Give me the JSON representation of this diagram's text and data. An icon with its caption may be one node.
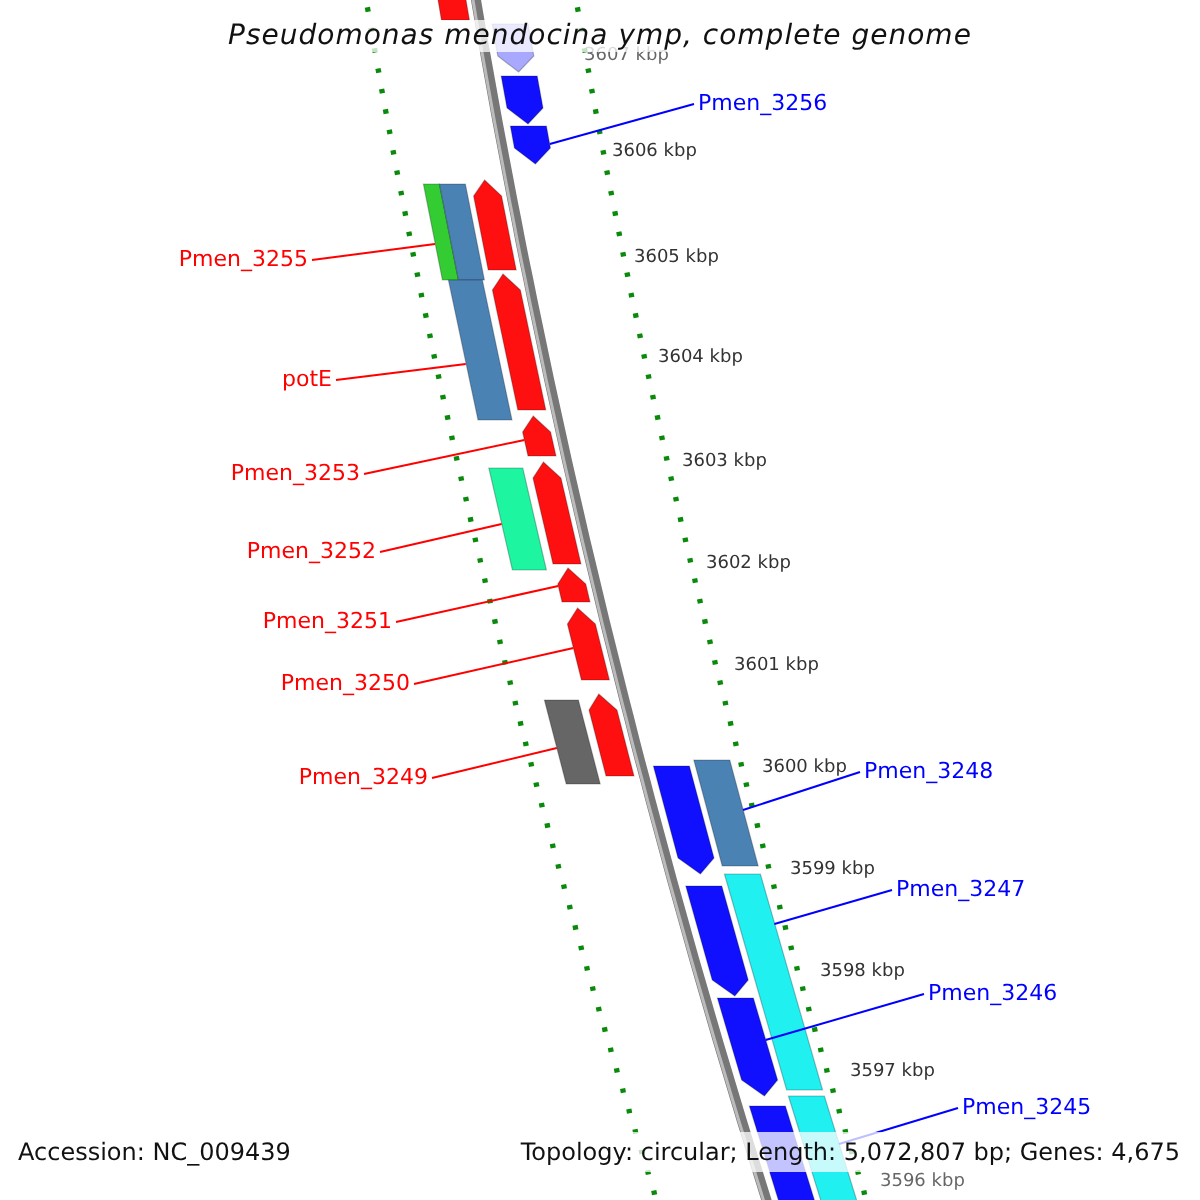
{
  "diagram": {
    "title": "Pseudomonas mendocina ymp, complete genome",
    "nodes": [
      {
        "text": [
          "Pmen_3256"
        ]
      },
      {
        "text": [
          "Pmen_3255"
        ]
      },
      {
        "text": [
          "potE"
        ]
      },
      {
        "text": [
          "Pmen_3253"
        ]
      },
      {
        "text": [
          "Pmen_3252"
        ]
      },
      {
        "text": [
          "Pmen_3251"
        ]
      },
      {
        "text": [
          "Pmen_3250"
        ]
      },
      {
        "text": [
          "Pmen_3249"
        ]
      },
      {
        "text": [
          "Pmen_3248"
        ]
      },
      {
        "text": [
          "Pmen_3247"
        ]
      },
      {
        "text": [
          "Pmen_3246"
        ]
      },
      {
        "text": [
          "Pmen_3245"
        ]
      },
      {
        "text": [],
        "shape": "pentagon"
      },
      {
        "text": [],
        "shape": "pentagon"
      },
      {
        "text": [],
        "shape": "pentagon"
      },
      {
        "text": [],
        "shape": "pentagon"
      },
      {
        "text": [],
        "shape": "pentagon"
      },
      {
        "text": [],
        "shape": "bar"
      },
      {
        "text": [],
        "shape": "bar"
      },
      {
        "text": [],
        "shape": "pentagon"
      },
      {
        "text": [],
        "shape": "bar"
      },
      {
        "text": [],
        "shape": "pentagon"
      },
      {
        "text": [],
        "shape": "pentagon"
      },
      {
        "text": [],
        "shape": "bar"
      },
      {
        "text": [],
        "shape": "pentagon"
      },
      {
        "text": [],
        "shape": "pentagon"
      },
      {
        "text": [],
        "shape": "pentagon"
      },
      {
        "text": [],
        "shape": "bar"
      },
      {
        "text": [],
        "shape": "bar"
      },
      {
        "text": [],
        "shape": "pentagon"
      },
      {
        "text": [],
        "shape": "bar"
      },
      {
        "text": [],
        "shape": "pentagon"
      },
      {
        "text": [],
        "shape": "pentagon"
      },
      {
        "text": [],
        "shape": "bar"
      },
      {
        "text": [],
        "shape": "pentagon"
      }
    ],
    "edges": [
      {
        "from": 0,
        "to": 15,
        "arrow": "none",
        "color": "#0000ff"
      },
      {
        "from": 1,
        "to": 17,
        "arrow": "none"
      },
      {
        "from": 2,
        "to": 20,
        "arrow": "none"
      },
      {
        "from": 3,
        "to": 21,
        "arrow": "none"
      },
      {
        "from": 4,
        "to": 23,
        "arrow": "none"
      },
      {
        "from": 5,
        "to": 24,
        "arrow": "none"
      },
      {
        "from": 6,
        "to": 25,
        "arrow": "none"
      },
      {
        "from": 7,
        "to": 27,
        "arrow": "none"
      },
      {
        "from": 8,
        "to": 28,
        "arrow": "none",
        "color": "#0000ff"
      },
      {
        "from": 9,
        "to": 30,
        "arrow": "none",
        "color": "#0000ff"
      },
      {
        "from": 10,
        "to": 32,
        "arrow": "none",
        "color": "#0000ff"
      },
      {
        "from": 11,
        "to": 33,
        "arrow": "none",
        "color": "#0000ff"
      }
    ],
    "labels": [
      "3607 kbp",
      "3606 kbp",
      "3605 kbp",
      "3604 kbp",
      "3603 kbp",
      "3602 kbp",
      "3601 kbp",
      "3600 kbp",
      "3599 kbp",
      "3598 kbp",
      "3597 kbp",
      "3596 kbp",
      "Accession: NC_009439",
      "Topology: circular; Length: 5,072,807 bp; Genes: 4,675"
    ]
  }
}
